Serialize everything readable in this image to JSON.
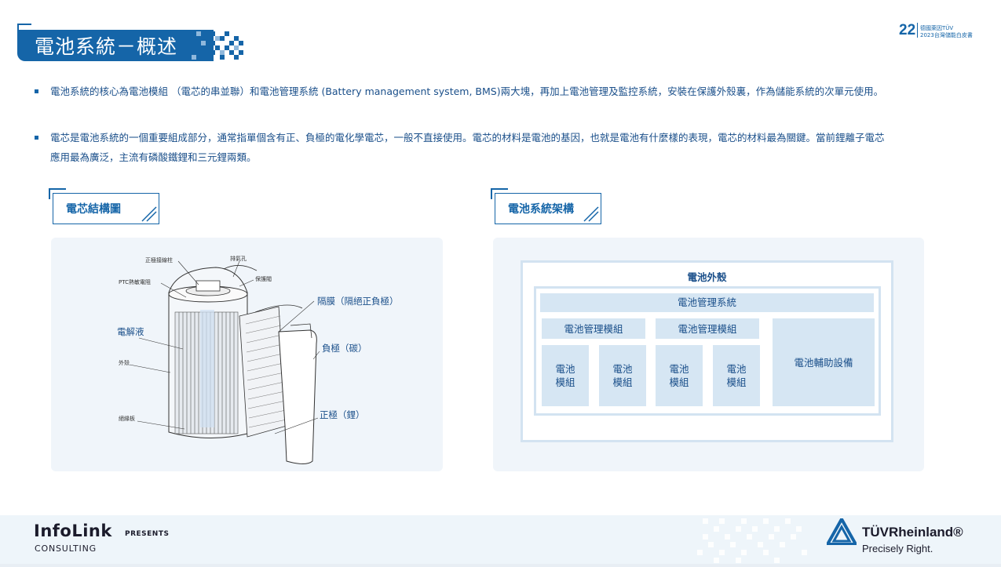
{
  "header": {
    "title": "電池系統－概述",
    "page_number": "22",
    "report_line1": "德國萊因TÜV",
    "report_line2": "2023台灣儲能白皮書"
  },
  "bullets": [
    "電池系統的核心為電池模組 （電芯的串並聯）和電池管理系統 (Battery management system, BMS)兩大塊，再加上電池管理及監控系統，安裝在保護外殼裏，作為儲能系統的次單元使用。",
    "電芯是電池系統的一個重要組成部分，通常指單個含有正、負極的電化學電芯，一般不直接使用。電芯的材料是電池的基因，也就是電池有什麼樣的表現，電芯的材料最為關鍵。當前鋰離子電芯應用最為廣泛，主流有磷酸鐵鋰和三元鋰兩類。"
  ],
  "cell_section": {
    "title": "電芯結構圖",
    "labels": {
      "positive_terminal": "正極接線柱",
      "vent": "排氣孔",
      "ptc": "PTC熱敏電阻",
      "safety_valve": "保護閥",
      "separator": "隔膜（隔絕正負極）",
      "electrolyte": "電解液",
      "negative": "負極（碳）",
      "casing": "外殼",
      "insulator": "絕緣板",
      "positive": "正極（鋰）"
    }
  },
  "arch_section": {
    "title": "電池系統架構",
    "outer_label": "電池外殼",
    "bms_label": "電池管理系統",
    "bmm_labels": [
      "電池管理模組",
      "電池管理模組"
    ],
    "module_line1": "電池",
    "module_line2": "模組",
    "aux_label": "電池輔助設備"
  },
  "footer": {
    "brand": "InfoLink",
    "presents": "PRESENTS",
    "consulting": "CONSULTING",
    "partner": "TÜVRheinland®",
    "tagline": "Precisely Right."
  },
  "colors": {
    "primary": "#1565a8",
    "text": "#1a4f8a",
    "box_fill": "#d6e6f3",
    "panel_bg": "#f0f5fa"
  }
}
